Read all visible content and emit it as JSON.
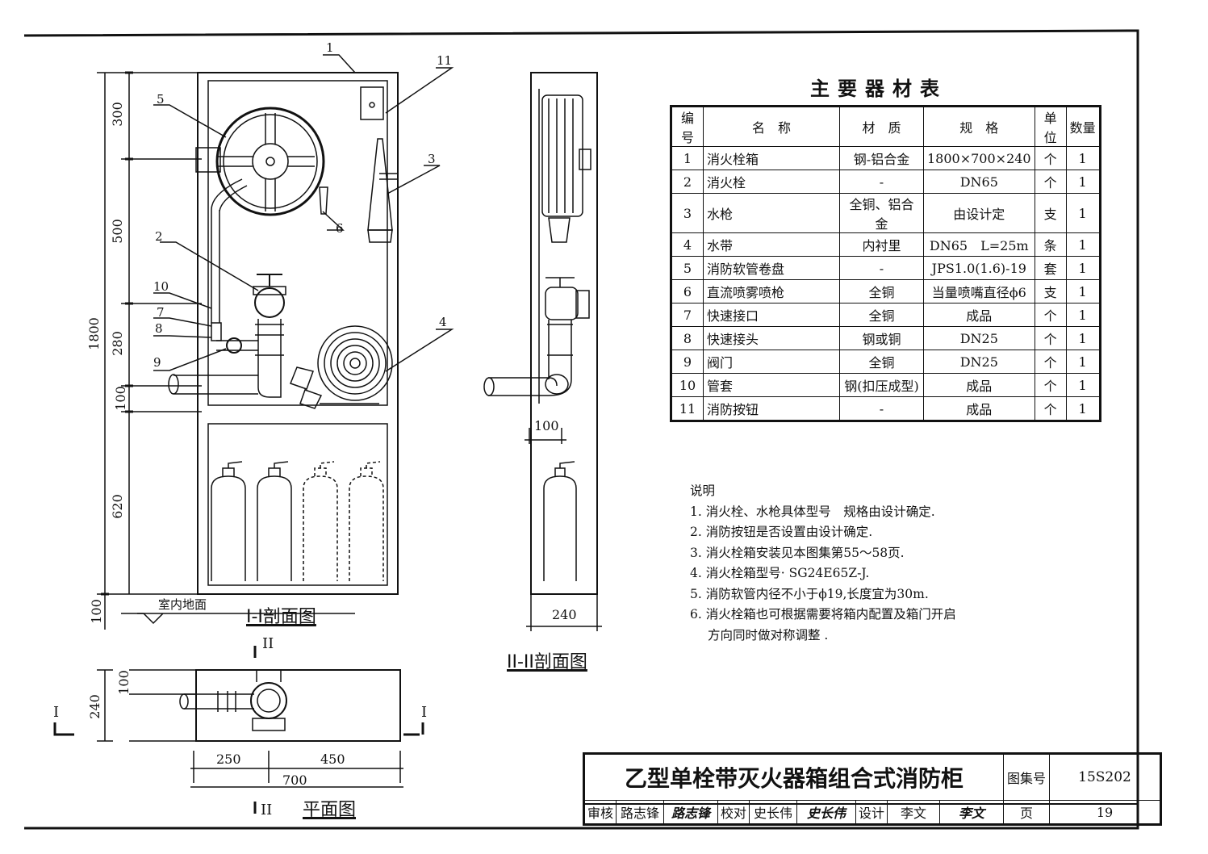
{
  "section_labels": {
    "sec1": "I-I剖面图",
    "sec2": "II-II剖面图",
    "plan": "平面图",
    "floor": "室内地面"
  },
  "markers": {
    "I_left": "I",
    "I_right": "I",
    "II_top": "II",
    "II_bottom": "II"
  },
  "dims": {
    "d300": "300",
    "d500": "500",
    "d280": "280",
    "d100a": "100",
    "d620": "620",
    "d1800": "1800",
    "d100b": "100",
    "d100c": "100",
    "d240a": "240",
    "d100p": "100",
    "d240p": "240",
    "d250": "250",
    "d450": "450",
    "d700": "700"
  },
  "callouts": [
    "1",
    "2",
    "3",
    "4",
    "5",
    "6",
    "7",
    "8",
    "9",
    "10",
    "11"
  ],
  "table": {
    "title": "主要器材表",
    "headers": [
      "编号",
      "名　称",
      "材　质",
      "规　格",
      "单位",
      "数量"
    ],
    "rows": [
      [
        "1",
        "消火栓箱",
        "钢-铝合金",
        "1800×700×240",
        "个",
        "1"
      ],
      [
        "2",
        "消火栓",
        "-",
        "DN65",
        "个",
        "1"
      ],
      [
        "3",
        "水枪",
        "全铜、铝合金",
        "由设计定",
        "支",
        "1"
      ],
      [
        "4",
        "水带",
        "内衬里",
        "DN65　L=25m",
        "条",
        "1"
      ],
      [
        "5",
        "消防软管卷盘",
        "-",
        "JPS1.0(1.6)-19",
        "套",
        "1"
      ],
      [
        "6",
        "直流喷雾喷枪",
        "全铜",
        "当量喷嘴直径ϕ6",
        "支",
        "1"
      ],
      [
        "7",
        "快速接口",
        "全铜",
        "成品",
        "个",
        "1"
      ],
      [
        "8",
        "快速接头",
        "钢或铜",
        "DN25",
        "个",
        "1"
      ],
      [
        "9",
        "阀门",
        "全铜",
        "DN25",
        "个",
        "1"
      ],
      [
        "10",
        "管套",
        "钢(扣压成型)",
        "成品",
        "个",
        "1"
      ],
      [
        "11",
        "消防按钮",
        "-",
        "成品",
        "个",
        "1"
      ]
    ]
  },
  "notes": {
    "heading": "说明",
    "items": [
      "1. 消火栓、水枪具体型号　规格由设计确定.",
      "2. 消防按钮是否设置由设计确定.",
      "3. 消火栓箱安装见本图集第55～58页.",
      "4. 消火栓箱型号· SG24E65Z-J.",
      "5. 消防软管内径不小于ϕ19,长度宜为30m.",
      "6. 消火栓箱也可根据需要将箱内配置及箱门开启",
      "方向同时做对称调整 ."
    ]
  },
  "title_block": {
    "title": "乙型单栓带灭火器箱组合式消防柜",
    "atlas_label": "图集号",
    "atlas_no": "15S202",
    "review_label": "审核",
    "reviewer": "路志锋",
    "reviewer_sig": "路志锋",
    "check_label": "校对",
    "checker": "史长伟",
    "checker_sig": "史长伟",
    "design_label": "设计",
    "designer": "李文",
    "designer_sig": "李文",
    "page_label": "页",
    "page_no": "19"
  }
}
